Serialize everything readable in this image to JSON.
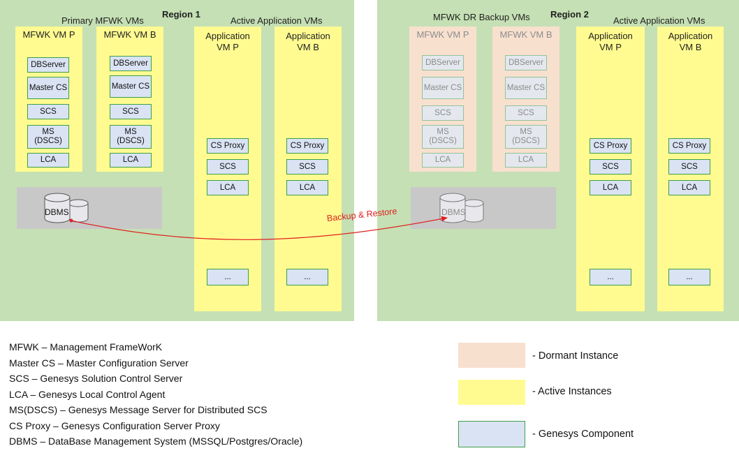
{
  "regions": [
    {
      "title": "Region 1",
      "group_left": "Primary MFWK VMs",
      "group_right": "Active Application VMs",
      "mfwk_vms": [
        {
          "title": "MFWK VM P",
          "components": [
            "DBServer",
            "Master CS",
            "SCS",
            "MS\n(DSCS)",
            "LCA"
          ]
        },
        {
          "title": "MFWK VM B",
          "components": [
            "DBServer",
            "Master CS",
            "SCS",
            "MS\n(DSCS)",
            "LCA"
          ]
        }
      ],
      "app_vms": [
        {
          "title": "Application\nVM P",
          "components": [
            "CS Proxy",
            "SCS",
            "LCA",
            "..."
          ]
        },
        {
          "title": "Application\nVM B",
          "components": [
            "CS Proxy",
            "SCS",
            "LCA",
            "..."
          ]
        }
      ],
      "db_label": "DBMS"
    },
    {
      "title": "Region 2",
      "group_left": "MFWK DR Backup VMs",
      "group_right": "Active Application VMs",
      "mfwk_vms": [
        {
          "title": "MFWK VM P",
          "components": [
            "DBServer",
            "Master CS",
            "SCS",
            "MS\n(DSCS)",
            "LCA"
          ]
        },
        {
          "title": "MFWK VM B",
          "components": [
            "DBServer",
            "Master CS",
            "SCS",
            "MS\n(DSCS)",
            "LCA"
          ]
        }
      ],
      "app_vms": [
        {
          "title": "Application\nVM P",
          "components": [
            "CS Proxy",
            "SCS",
            "LCA",
            "..."
          ]
        },
        {
          "title": "Application\nVM B",
          "components": [
            "CS Proxy",
            "SCS",
            "LCA",
            "..."
          ]
        }
      ],
      "db_label": "DBMS"
    }
  ],
  "arrow_label": "Backup & Restore",
  "colors": {
    "region": "#c5e0b4",
    "active": "#fffb91",
    "dormant": "#f8e0cf",
    "component_fill": "#dae3f3",
    "component_border": "#3b9f48",
    "arrow": "#e02020"
  },
  "abbreviations": [
    "MFWK – Management FrameWorK",
    "Master CS – Master Configuration Server",
    "SCS – Genesys Solution Control Server",
    "LCA – Genesys Local Control Agent",
    "MS(DSCS) – Genesys Message Server for Distributed SCS",
    "CS Proxy – Genesys Configuration Server Proxy",
    "DBMS – DataBase Management System (MSSQL/Postgres/Oracle)"
  ],
  "legend": [
    {
      "label": "- Dormant Instance"
    },
    {
      "label": "- Active Instances"
    },
    {
      "label": "- Genesys Component"
    }
  ]
}
